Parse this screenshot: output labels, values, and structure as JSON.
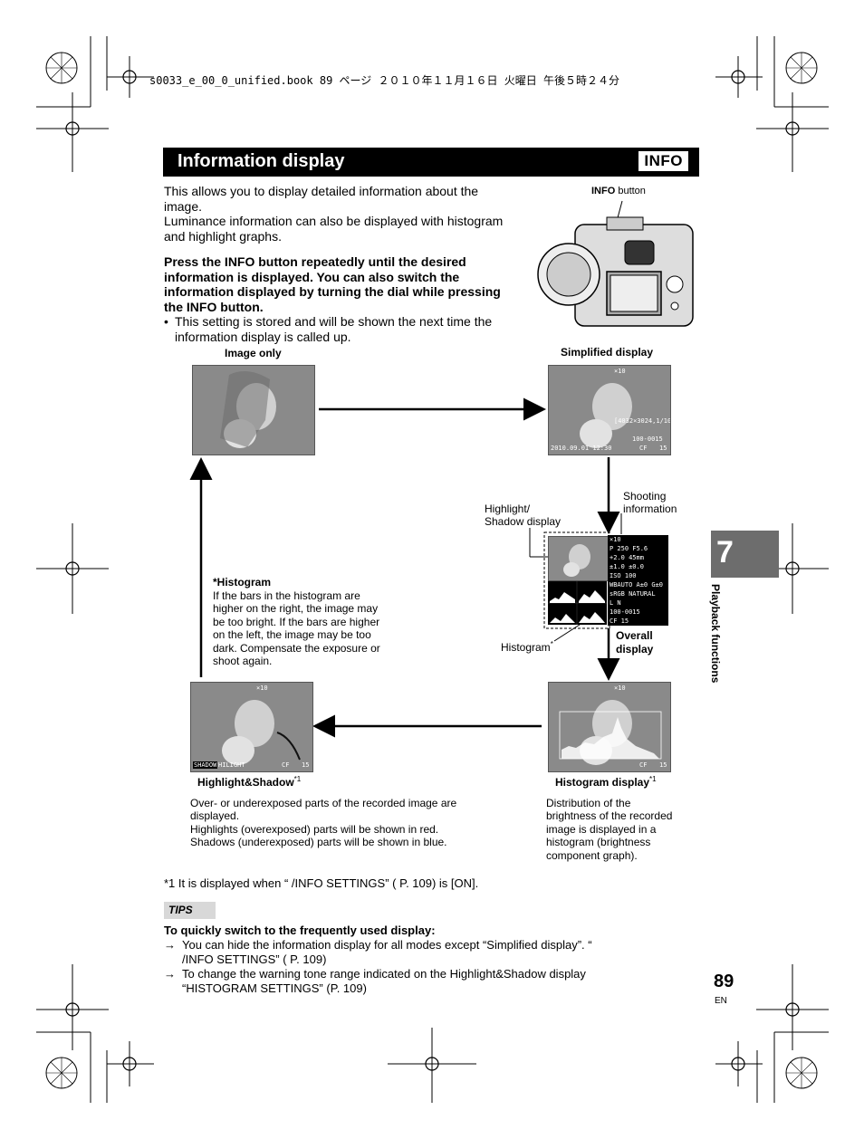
{
  "header_meta": "s0033_e_00_0_unified.book  89 ページ  ２０１０年１１月１６日  火曜日  午後５時２４分",
  "title": "Information display",
  "badge": "INFO",
  "intro": {
    "p1": "This allows you to display detailed information about the image.",
    "p2": "Luminance information can also be displayed with histogram and highlight graphs.",
    "instr": "Press the INFO button repeatedly until the desired information is displayed. You can also switch the information displayed by turning the dial while pressing the INFO button.",
    "bullet": "This setting is stored and will be shown the next time the information display is called up."
  },
  "camera": {
    "label_bold": "INFO",
    "label_rest": " button"
  },
  "captions": {
    "image_only": "Image only",
    "simplified": "Simplified display",
    "highlight_shadow_display": "Highlight/\nShadow display",
    "shooting_information": "Shooting\ninformation",
    "histogram_label": "Histogram",
    "overall": "Overall\ndisplay",
    "highlight_shadow": "Highlight&Shadow",
    "histogram_display": "Histogram display",
    "footnote_mark": "*1",
    "star": "*"
  },
  "histogram_note": {
    "title": "*Histogram",
    "text": "If the bars in the histogram are higher on the right, the image may be too bright. If the bars are higher on the left, the image may be too dark. Compensate the exposure or shoot again."
  },
  "desc_highlight": "Over- or underexposed parts of the recorded image are displayed.\nHighlights (overexposed) parts will be shown in red.\nShadows (underexposed) parts will be shown in blue.",
  "desc_histogram": "Distribution of the brightness of the recorded image is displayed in a histogram (brightness component graph).",
  "footnote": "*1   It is displayed when “  /INFO SETTINGS” (  P. 109) is [ON].",
  "tips": {
    "label": "TIPS",
    "heading": "To quickly switch to the frequently used display:",
    "item1": "You can hide the information display for all modes except “Simplified display”. “  /INFO SETTINGS” (  P. 109)",
    "item2": "To change the warning tone range indicated on the Highlight&Shadow display “HISTOGRAM SETTINGS” (P. 109)"
  },
  "overlay": {
    "zoom": "×10",
    "resolution": "[4032×3024,1/10]",
    "file": "100-0015",
    "date": "2010.09.01 12:30",
    "card": "CF",
    "number": "15",
    "shadow": "SHADOW",
    "hilight": "HILIGHT"
  },
  "panel_lines": [
    "×10",
    "P     250   F5.6",
    "+2.0       45mm",
    "±1.0       ±0.0",
    "ISO   100",
    "WBAUTO A±0 G±0",
    "sRGB   NATURAL",
    "        L N",
    "100-0015",
    "CF    15"
  ],
  "side_tab": {
    "number": "7",
    "label": "Playback functions"
  },
  "page_number": "89",
  "lang": "EN"
}
